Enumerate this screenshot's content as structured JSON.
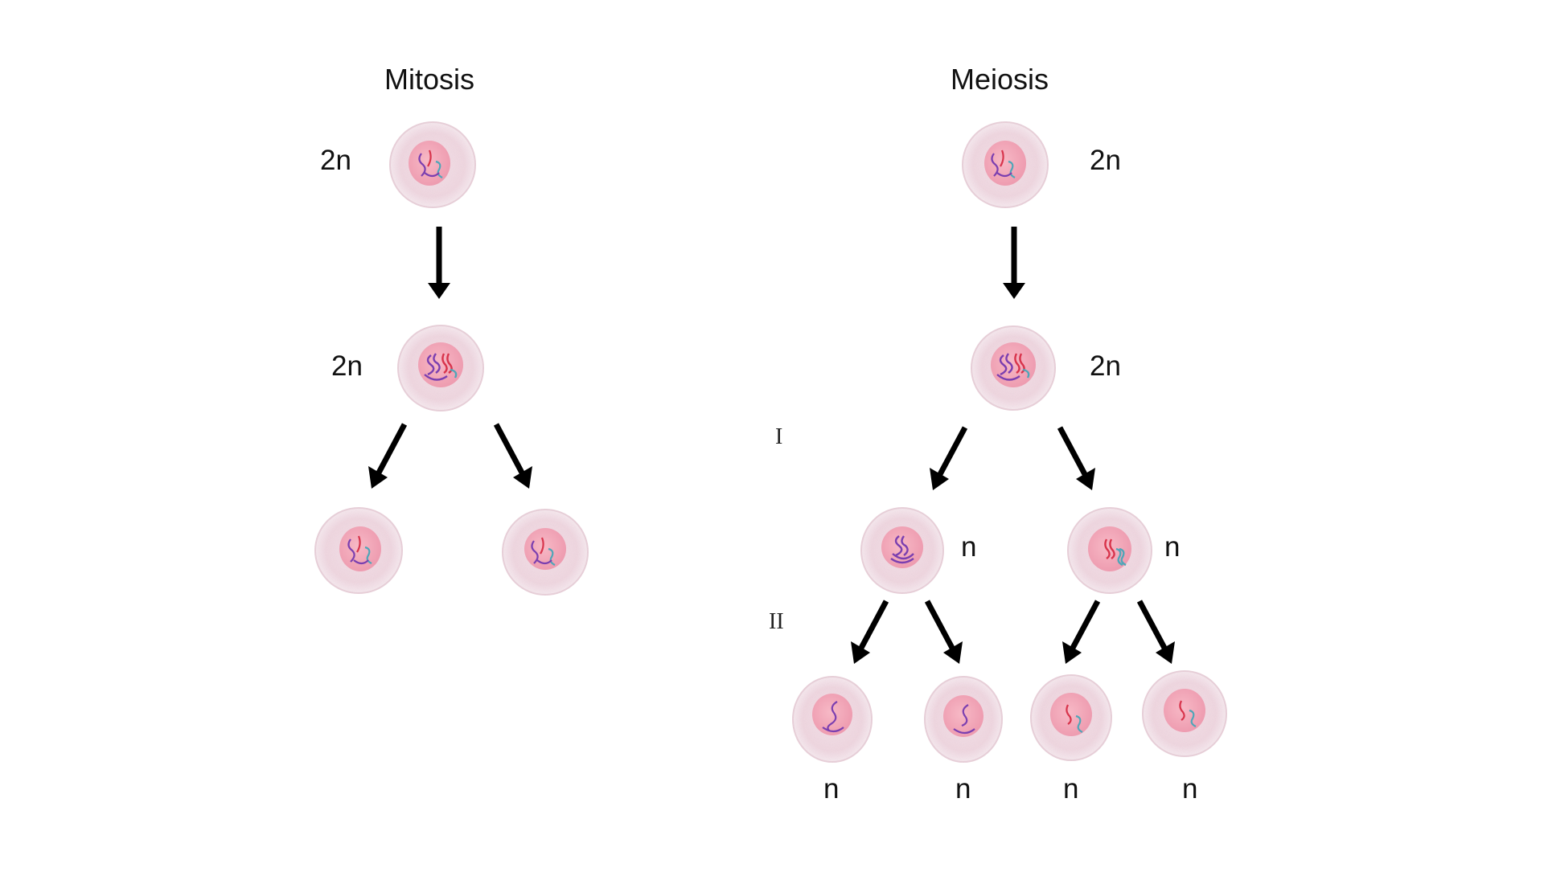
{
  "mitosis": {
    "title": "Mitosis",
    "parent_ploidy": "2n",
    "replicated_ploidy": "2n"
  },
  "meiosis": {
    "title": "Meiosis",
    "parent_ploidy": "2n",
    "replicated_ploidy": "2n",
    "stage_one_label": "I",
    "stage_two_label": "II",
    "meiosis_one_ploidy": [
      "n",
      "n"
    ],
    "meiosis_two_ploidy": [
      "n",
      "n",
      "n",
      "n"
    ]
  },
  "colors": {
    "cytoplasm": "#f3dbe4",
    "nucleus": "#f2a7b8",
    "arrow": "#000000",
    "chromosome_purple": "#7b3fb0",
    "chromosome_red": "#d8344c",
    "chromosome_teal": "#4fa6b8"
  }
}
